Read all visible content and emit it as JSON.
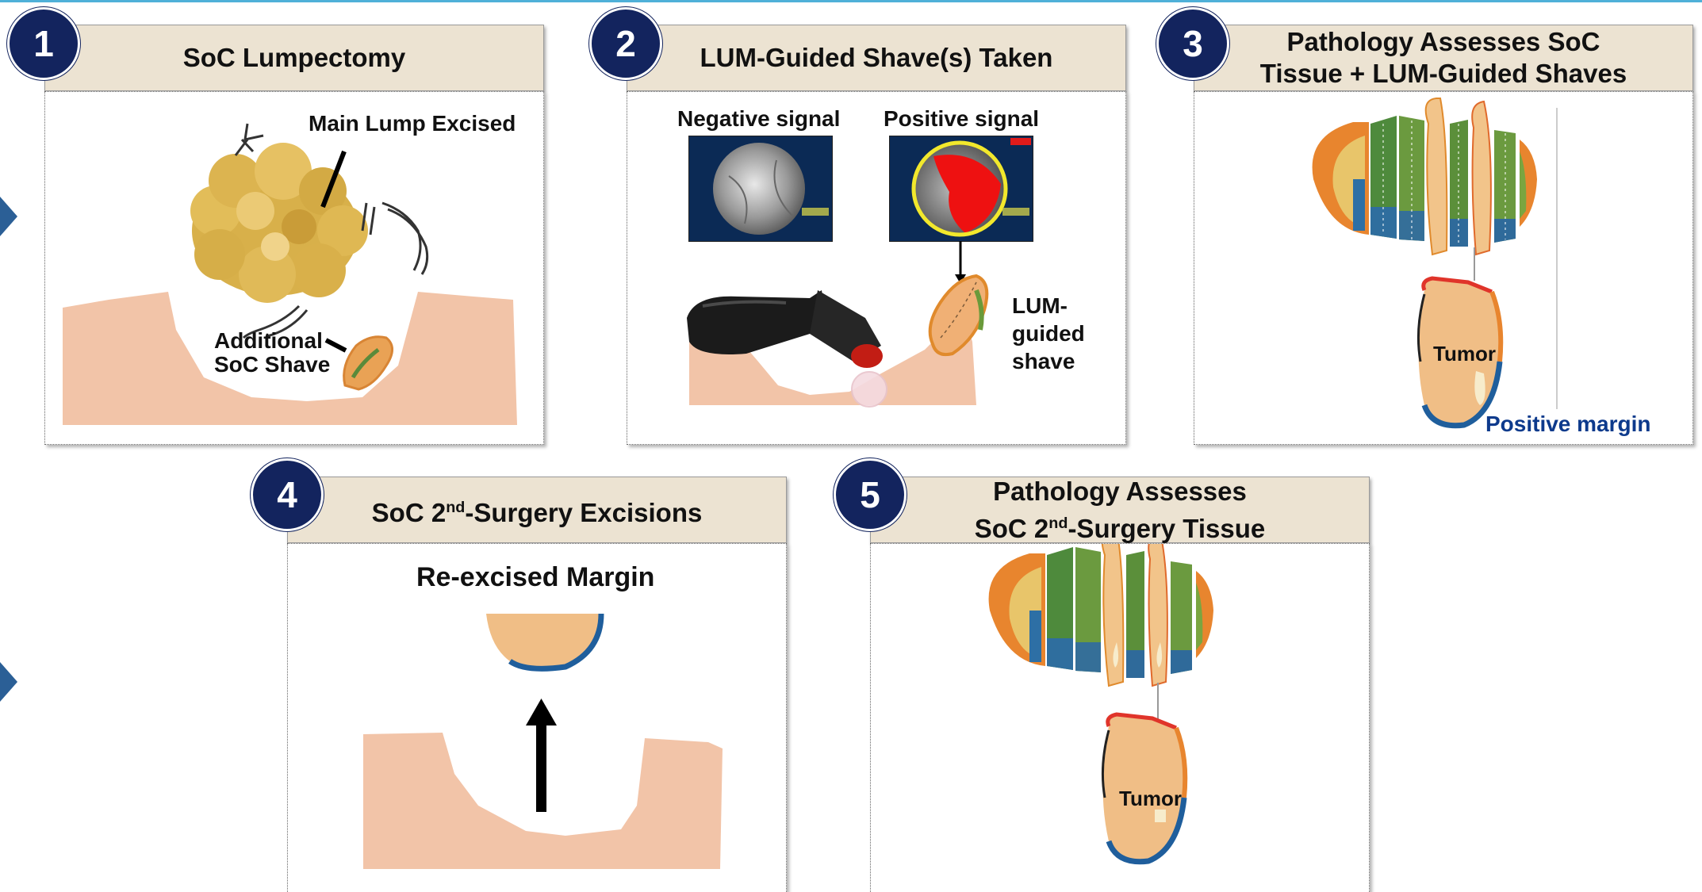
{
  "colors": {
    "header_bg": "#ece3d2",
    "badge_bg": "#13245e",
    "tissue": "#f2c4a8",
    "positive_margin": "#0d3a8c"
  },
  "steps": [
    {
      "number": "1",
      "title": "SoC Lumpectomy",
      "labels": {
        "main_lump": "Main Lump Excised",
        "additional_1": "Additional",
        "additional_2": "SoC Shave"
      }
    },
    {
      "number": "2",
      "title": "LUM-Guided Shave(s) Taken",
      "labels": {
        "negative": "Negative signal",
        "positive": "Positive signal",
        "lum_1": "LUM-",
        "lum_2": "guided",
        "lum_3": "shave"
      }
    },
    {
      "number": "3",
      "title_line1": "Pathology Assesses SoC",
      "title_line2": "Tissue + LUM-Guided Shaves",
      "labels": {
        "tumor": "Tumor",
        "positive_margin": "Positive margin"
      }
    },
    {
      "number": "4",
      "title_pre": "SoC 2",
      "title_sup": "nd",
      "title_post": "-Surgery Excisions",
      "labels": {
        "reexcised": "Re-excised Margin"
      }
    },
    {
      "number": "5",
      "title_line1": "Pathology Assesses",
      "title_line2_pre": "SoC 2",
      "title_line2_sup": "nd",
      "title_line2_post": "-Surgery Tissue",
      "labels": {
        "tumor": "Tumor"
      }
    }
  ]
}
